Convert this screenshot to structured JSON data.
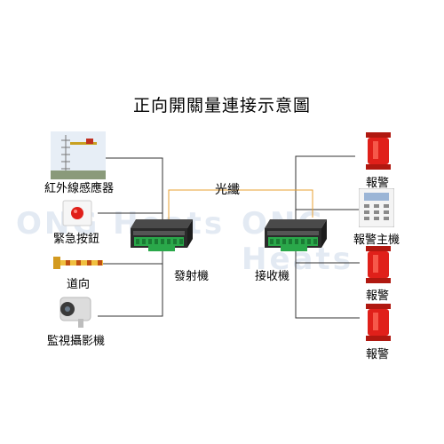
{
  "title": "正向開關量連接示意圖",
  "fiber_label": "光纖",
  "transmitter_label": "發射機",
  "receiver_label": "接收機",
  "watermark": [
    "ONG Heats",
    "ONG Heats"
  ],
  "inputs": [
    {
      "label": "紅外線感應器",
      "icon": "infrared-fence-sensor"
    },
    {
      "label": "緊急按鈕",
      "icon": "emergency-button"
    },
    {
      "label": "道向",
      "icon": "barrier-gate"
    },
    {
      "label": "監視攝影機",
      "icon": "surveillance-camera"
    }
  ],
  "outputs": [
    {
      "label": "報警",
      "icon": "alarm-siren"
    },
    {
      "label": "報警主機",
      "icon": "alarm-host-panel"
    },
    {
      "label": "報警",
      "icon": "alarm-siren"
    },
    {
      "label": "報警",
      "icon": "alarm-siren"
    }
  ],
  "colors": {
    "fiber": "#e8a030",
    "siren": "#e0201a",
    "terminal": "#2aa84a",
    "device": "#2b2b2b"
  }
}
